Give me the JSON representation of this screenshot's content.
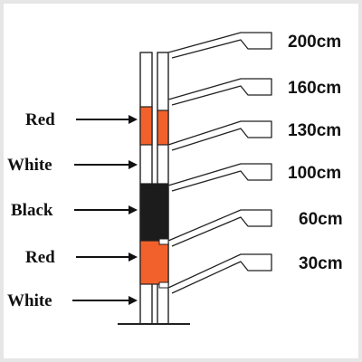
{
  "colors": {
    "background": "#e6e6e6",
    "panel": "#ffffff",
    "red": "#f2612b",
    "black": "#1c1c1c",
    "white": "#ffffff",
    "outline": "#222222"
  },
  "bands": [
    {
      "label": "Red",
      "color": "red"
    },
    {
      "label": "White",
      "color": "white"
    },
    {
      "label": "Black",
      "color": "black"
    },
    {
      "label": "Red",
      "color": "red"
    },
    {
      "label": "White",
      "color": "white"
    }
  ],
  "heights": [
    {
      "label": "200cm"
    },
    {
      "label": "160cm"
    },
    {
      "label": "130cm"
    },
    {
      "label": "100cm"
    },
    {
      "label": "60cm"
    },
    {
      "label": "30cm"
    }
  ]
}
